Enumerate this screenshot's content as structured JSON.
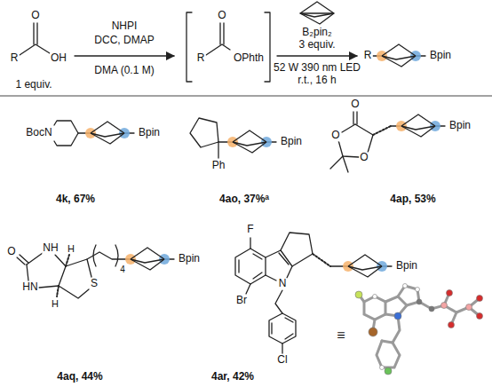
{
  "diagram": {
    "labels": [
      "O",
      "R",
      "OH",
      "1 equiv.",
      "NHPI",
      "DCC, DMAP",
      "DMA (0.1 M)",
      "O",
      "R",
      "OPhth",
      "B₂pin₂",
      "3 equiv.",
      "52 W 390 nm LED",
      "r.t., 16 h",
      "R",
      "Bpin",
      "BocN",
      "Bpin",
      "4k, 67%",
      "Ph",
      "Bpin",
      "4ao, 37%ᵃ",
      "O",
      "O",
      "O",
      "Bpin",
      "4ap, 53%",
      "O",
      "NH",
      "HN",
      "H",
      "H",
      "S",
      "4",
      "Bpin",
      "4aq, 44%",
      "F",
      "Br",
      "N",
      "Cl",
      "Bpin",
      "4ar, 42%",
      "≡"
    ]
  }
}
